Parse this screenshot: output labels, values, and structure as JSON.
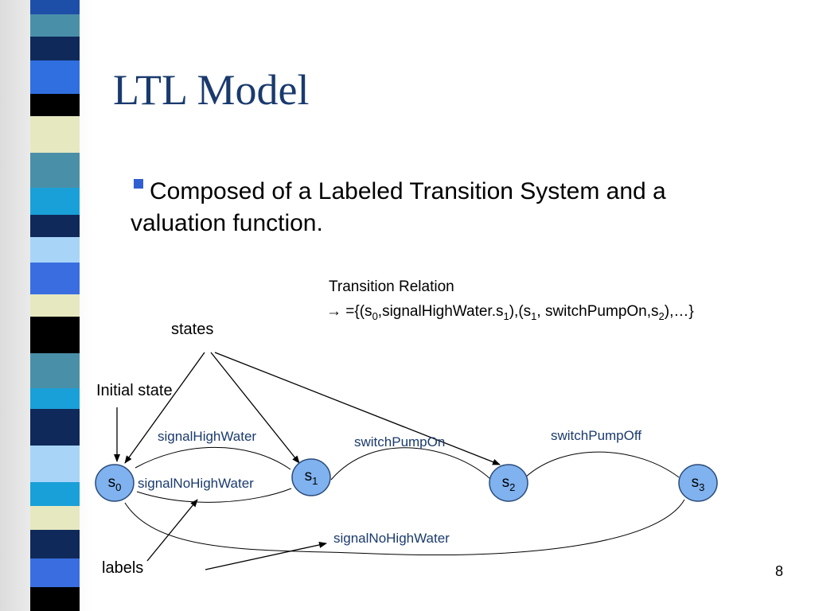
{
  "slide": {
    "title": "LTL Model",
    "bullet": "Composed of a Labeled Transition System and a valuation function.",
    "page_number": "8"
  },
  "diagram": {
    "transition_relation": {
      "heading": "Transition Relation",
      "arrow_symbol": "→",
      "formula_parts": [
        " =",
        "{(s",
        "0",
        ",signalHighWater.s",
        "1",
        "),(s",
        "1",
        ", switchPumpOn,s",
        "2",
        "),…}"
      ]
    },
    "annotations": {
      "states": "states",
      "initial_state": "Initial state",
      "labels": "labels"
    },
    "nodes": [
      {
        "base": "s",
        "index": "0"
      },
      {
        "base": "s",
        "index": "1"
      },
      {
        "base": "s",
        "index": "2"
      },
      {
        "base": "s",
        "index": "3"
      }
    ],
    "edge_labels": {
      "signal_high_water": "signalHighWater",
      "signal_no_high_water_top": "signalNoHighWater",
      "switch_pump_on": "switchPumpOn",
      "switch_pump_off": "switchPumpOff",
      "signal_no_high_water_bottom": "signalNoHighWater"
    },
    "colors": {
      "node_fill": "#7fb2ee",
      "node_stroke": "#2a4a7a",
      "edge_label": "#1a3a6e",
      "title": "#1a3a6e",
      "bullet": "#2f5fd0"
    }
  }
}
